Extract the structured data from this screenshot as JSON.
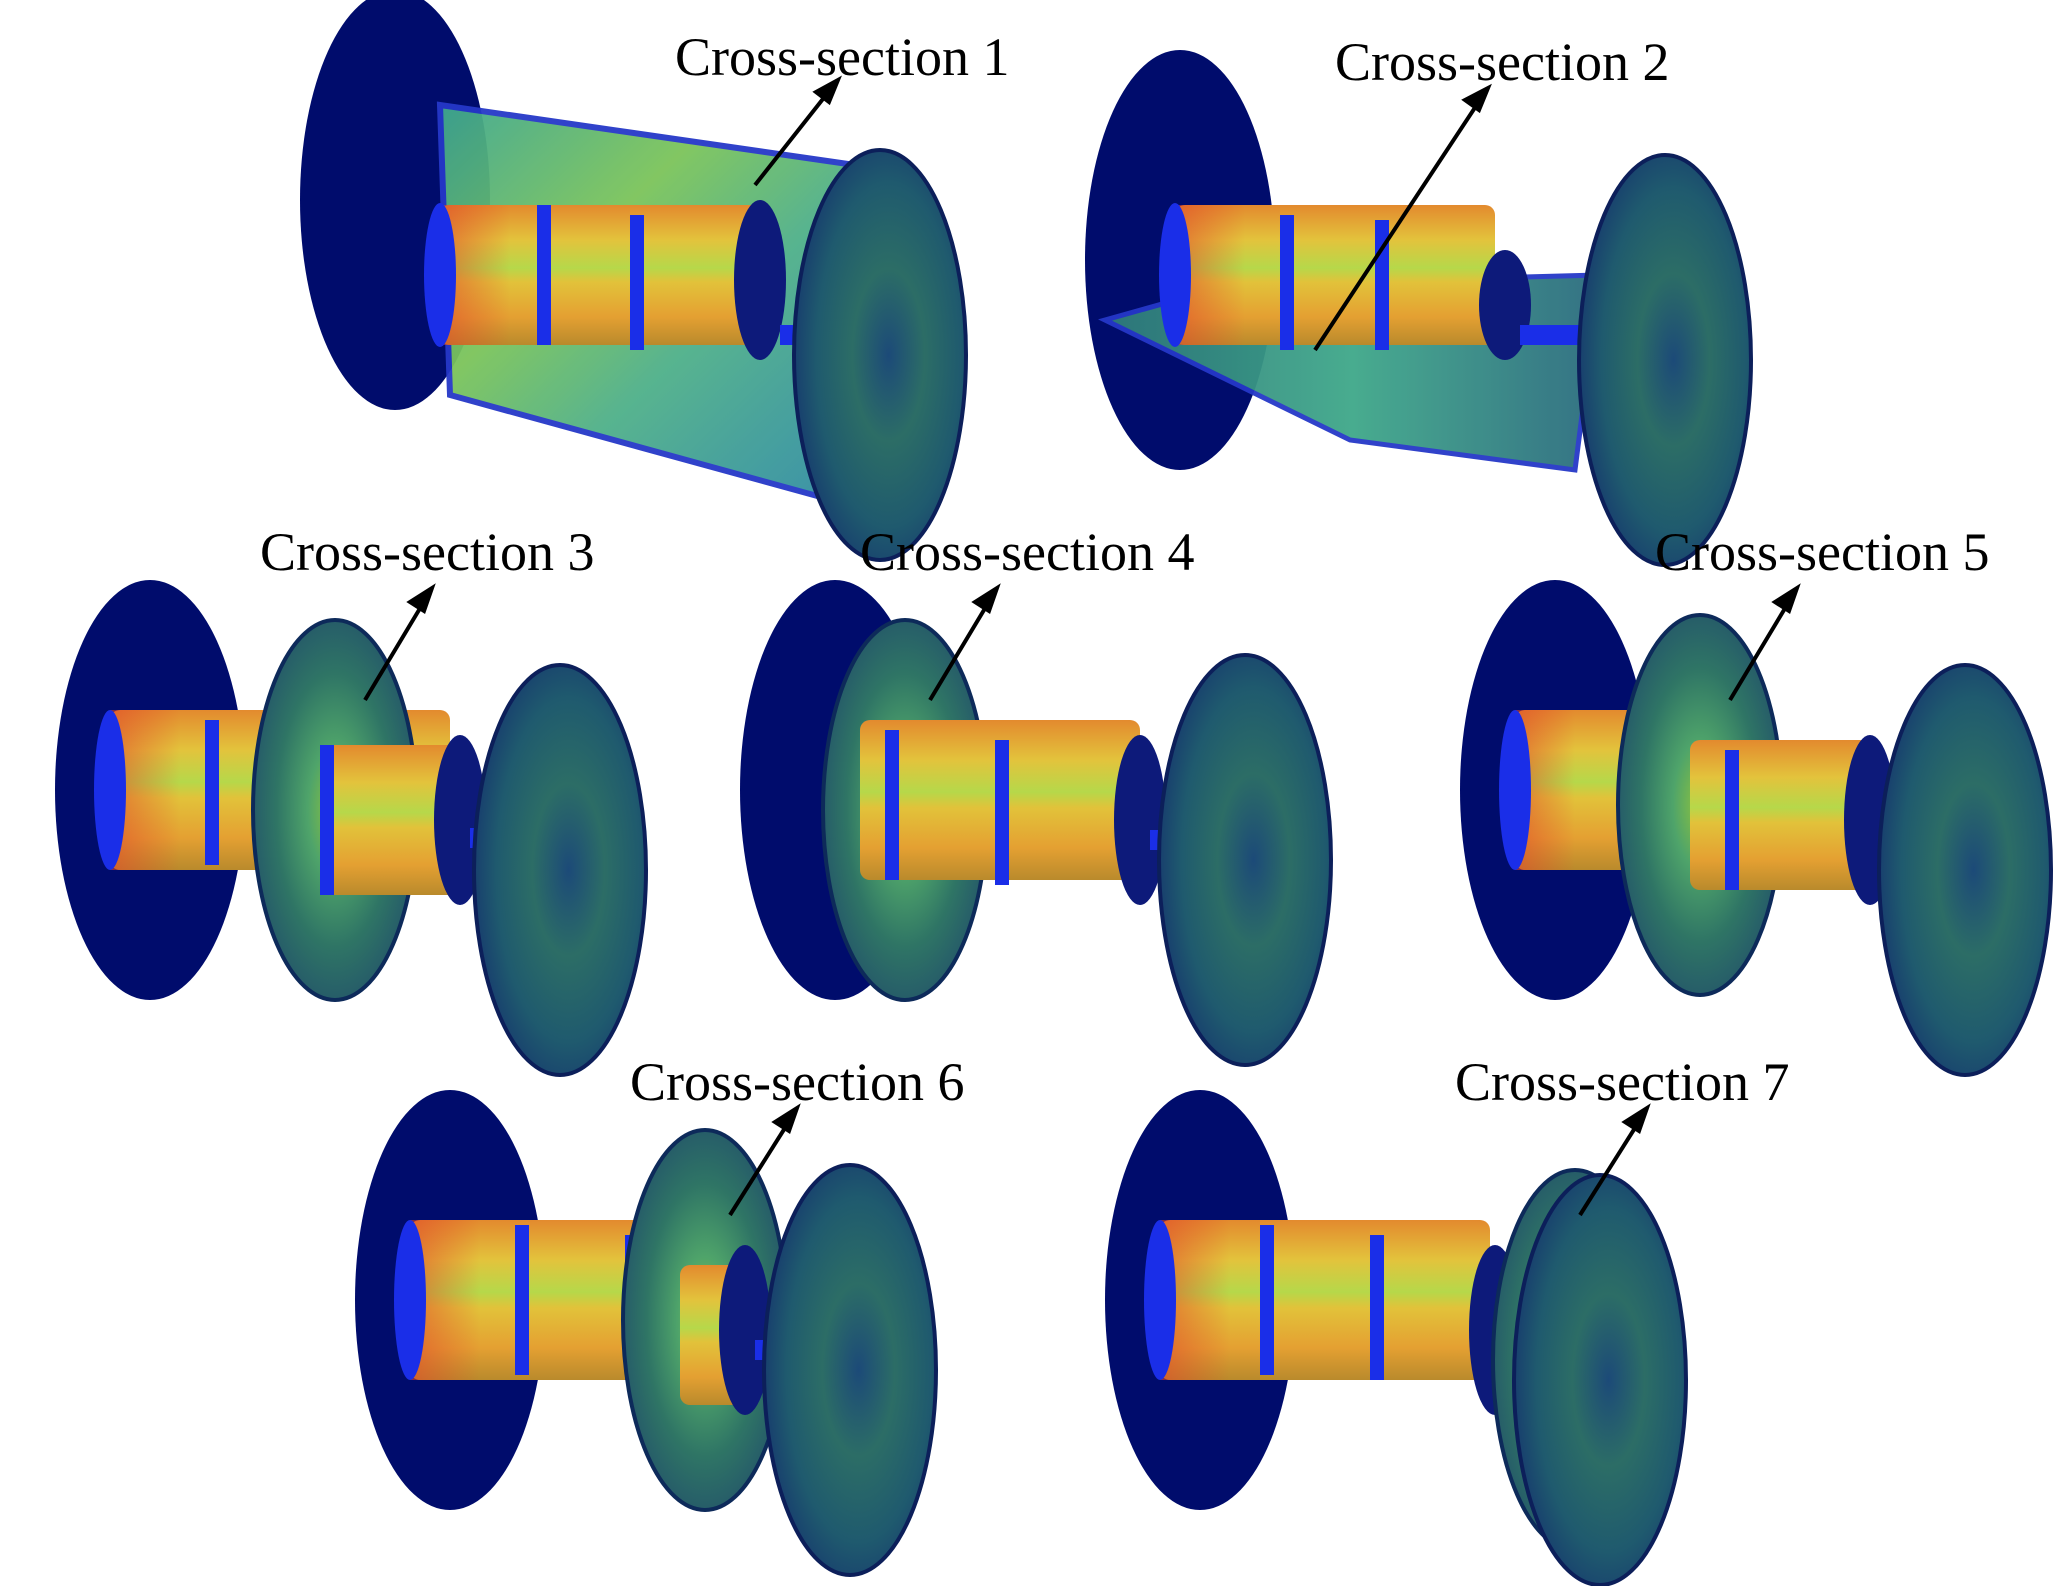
{
  "figure": {
    "panels": [
      {
        "label": "Cross-section 1",
        "type": "longitudinal-vertical"
      },
      {
        "label": "Cross-section 2",
        "type": "longitudinal-horizontal"
      },
      {
        "label": "Cross-section 3",
        "type": "transverse"
      },
      {
        "label": "Cross-section 4",
        "type": "transverse"
      },
      {
        "label": "Cross-section 5",
        "type": "transverse"
      },
      {
        "label": "Cross-section 6",
        "type": "transverse"
      },
      {
        "label": "Cross-section 7",
        "type": "transverse"
      }
    ],
    "colors": {
      "end_disk_dark": "#00106e",
      "ring_blue": "#1a2ee8",
      "field_green": "#2e6d5c",
      "cylinder_yellow": "#d9c93a",
      "cylinder_orange": "#e07a2a",
      "section_cyan": "#3fb7a0"
    }
  }
}
